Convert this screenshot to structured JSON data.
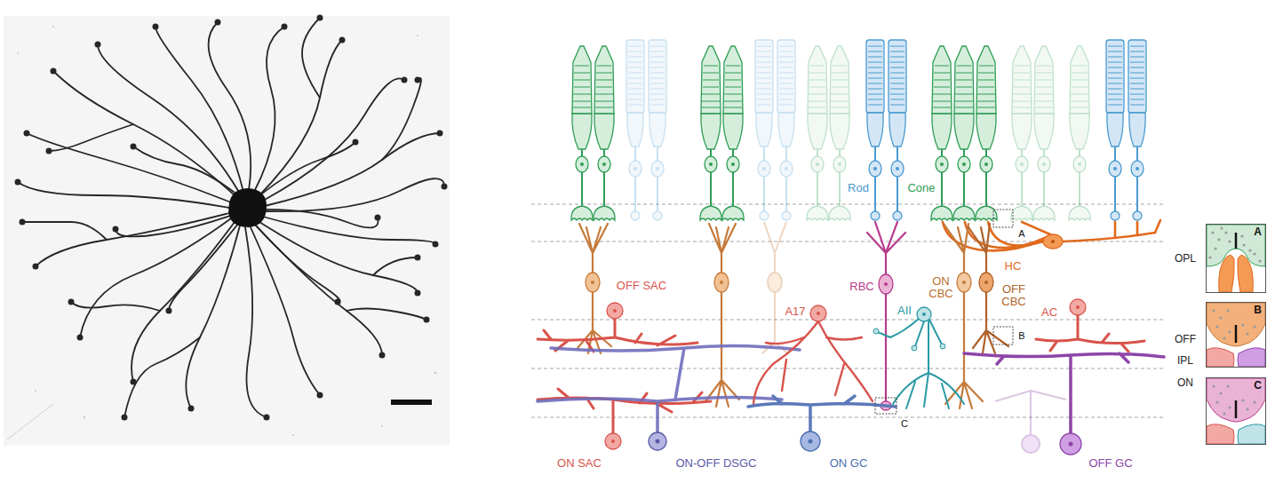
{
  "diagram": {
    "nodes": [
      {
        "text": [
          "A"
        ]
      },
      {
        "text": [
          "B"
        ]
      },
      {
        "text": [
          "C"
        ]
      }
    ],
    "labels": [
      "OFF SAC",
      "A17",
      "RBC",
      "AII",
      "ON CBC",
      "OFF CBC",
      "HC",
      "AC",
      "Rod",
      "Cone",
      "OPL",
      "OFF",
      "IPL",
      "ON",
      "A",
      "B",
      "C",
      "ON SAC",
      "ON-OFF DSGC",
      "ON GC",
      "OFF GC"
    ]
  }
}
